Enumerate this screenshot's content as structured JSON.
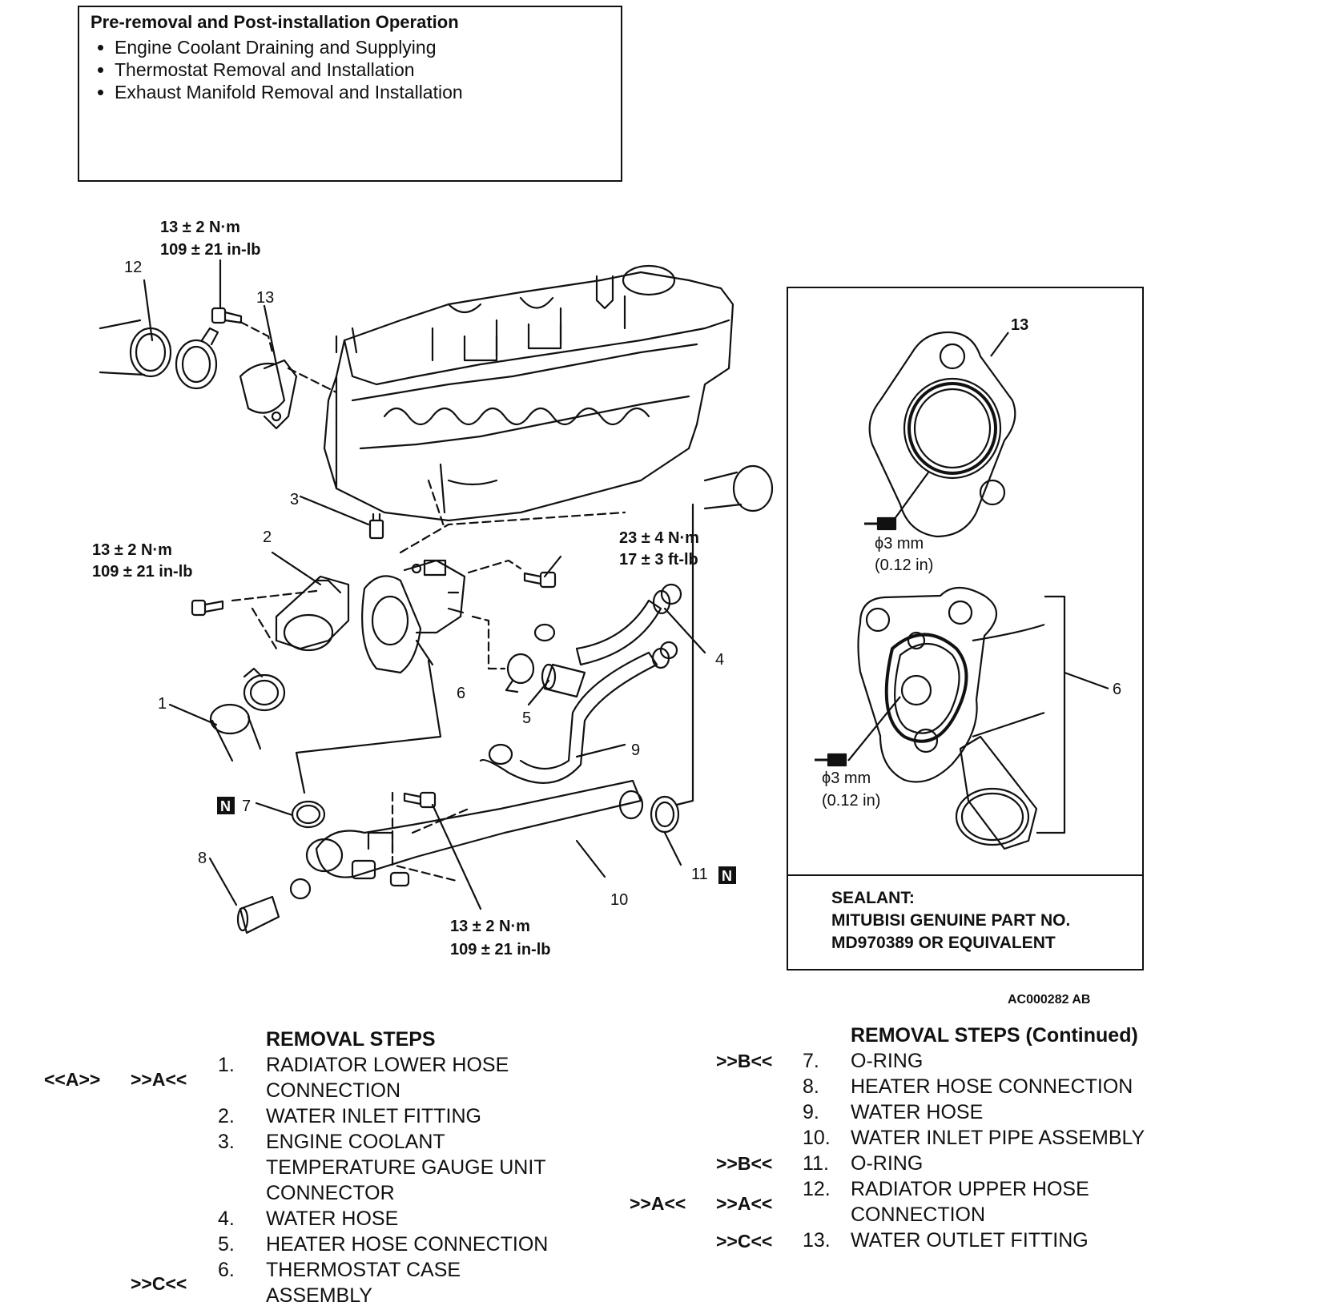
{
  "pre_operation": {
    "title": "Pre-removal and Post-installation Operation",
    "items": [
      "Engine Coolant Draining and Supplying",
      "Thermostat Removal and Installation",
      "Exhaust Manifold Removal and Installation"
    ]
  },
  "diagram": {
    "torque_top": [
      "13 ± 2 N·m",
      "109 ± 21 in-lb"
    ],
    "torque_left": [
      "13 ± 2 N·m",
      "109 ± 21 in-lb"
    ],
    "torque_right": [
      "23 ± 4 N·m",
      "17 ± 3 ft-lb"
    ],
    "torque_bottom": [
      "13 ± 2 N·m",
      "109 ± 21 in-lb"
    ],
    "callouts": [
      "1",
      "2",
      "3",
      "4",
      "5",
      "6",
      "7",
      "8",
      "9",
      "10",
      "11",
      "12",
      "13"
    ],
    "new_badge": "N"
  },
  "inset": {
    "callout_13": "13",
    "callout_6": "6",
    "bead_size_1": [
      "ϕ3 mm",
      "(0.12 in)"
    ],
    "bead_size_2": [
      "ϕ3 mm",
      "(0.12 in)"
    ],
    "sealant_lines": [
      "SEALANT:",
      "MITUBISI GENUINE PART NO.",
      "MD970389 OR EQUIVALENT"
    ]
  },
  "figure_id": "AC000282 AB",
  "removal_steps": {
    "title": "REMOVAL STEPS",
    "rows": [
      {
        "num": "1.",
        "lines": [
          "RADIATOR LOWER HOSE",
          "CONNECTION"
        ]
      },
      {
        "num": "2.",
        "lines": [
          "WATER INLET FITTING"
        ]
      },
      {
        "num": "3.",
        "lines": [
          "ENGINE COOLANT",
          "TEMPERATURE GAUGE UNIT",
          "CONNECTOR"
        ]
      },
      {
        "num": "4.",
        "lines": [
          "WATER HOSE"
        ]
      },
      {
        "num": "5.",
        "lines": [
          "HEATER HOSE CONNECTION"
        ]
      },
      {
        "num": "6.",
        "lines": [
          "THERMOSTAT CASE",
          "ASSEMBLY"
        ]
      }
    ],
    "marks": {
      "row1_removal": "<<A>>",
      "row1_install": ">>A<<",
      "row6_install": ">>C<<"
    }
  },
  "removal_steps_continued": {
    "title": "REMOVAL STEPS (Continued)",
    "rows": [
      {
        "num": "7.",
        "lines": [
          "O-RING"
        ]
      },
      {
        "num": "8.",
        "lines": [
          "HEATER HOSE CONNECTION"
        ]
      },
      {
        "num": "9.",
        "lines": [
          "WATER HOSE"
        ]
      },
      {
        "num": "10.",
        "lines": [
          "WATER INLET PIPE ASSEMBLY"
        ]
      },
      {
        "num": "11.",
        "lines": [
          "O-RING"
        ]
      },
      {
        "num": "12.",
        "lines": [
          "RADIATOR UPPER HOSE",
          "CONNECTION"
        ]
      },
      {
        "num": "13.",
        "lines": [
          "WATER OUTLET FITTING"
        ]
      }
    ],
    "marks": {
      "row7": ">>B<<",
      "row11": ">>B<<",
      "row12_removal": ">>A<<",
      "row12_install": ">>A<<",
      "row13": ">>C<<"
    }
  }
}
